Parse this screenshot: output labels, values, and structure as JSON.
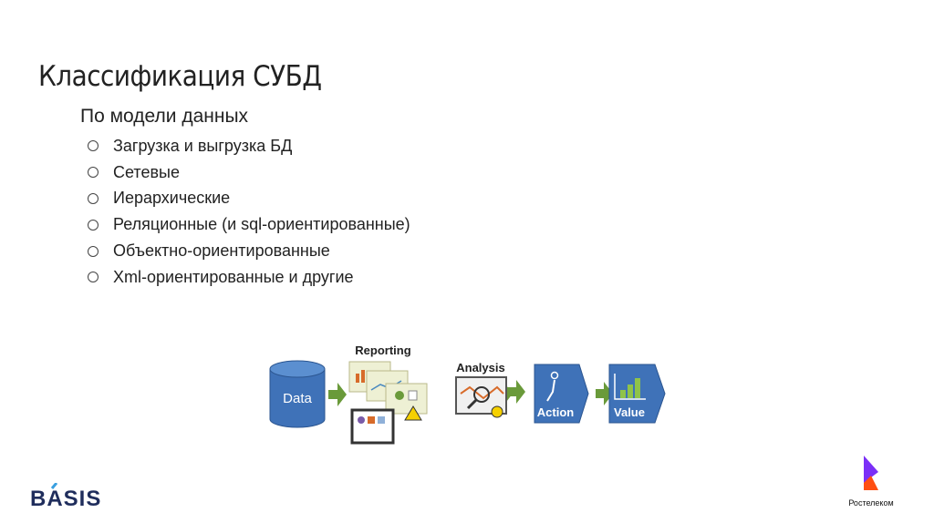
{
  "slide": {
    "title": "Классификация СУБД",
    "subtitle": "По модели данных",
    "items": [
      "Загрузка и выгрузка БД",
      "Сетевые",
      "Иерархические",
      "Реляционные (и sql-ориентированные)",
      "Объектно-ориентированные",
      "Xml-ориентированные и другие"
    ]
  },
  "diagram": {
    "data_label": "Data",
    "reporting_label": "Reporting",
    "analysis_label": "Analysis",
    "action_label": "Action",
    "value_label": "Value",
    "colors": {
      "blue": "#3f72b8",
      "green": "#6a9a3a",
      "panel": "#eef0d4"
    }
  },
  "footer": {
    "left_logo": "BASIS",
    "right_logo": "Ростелеком"
  }
}
